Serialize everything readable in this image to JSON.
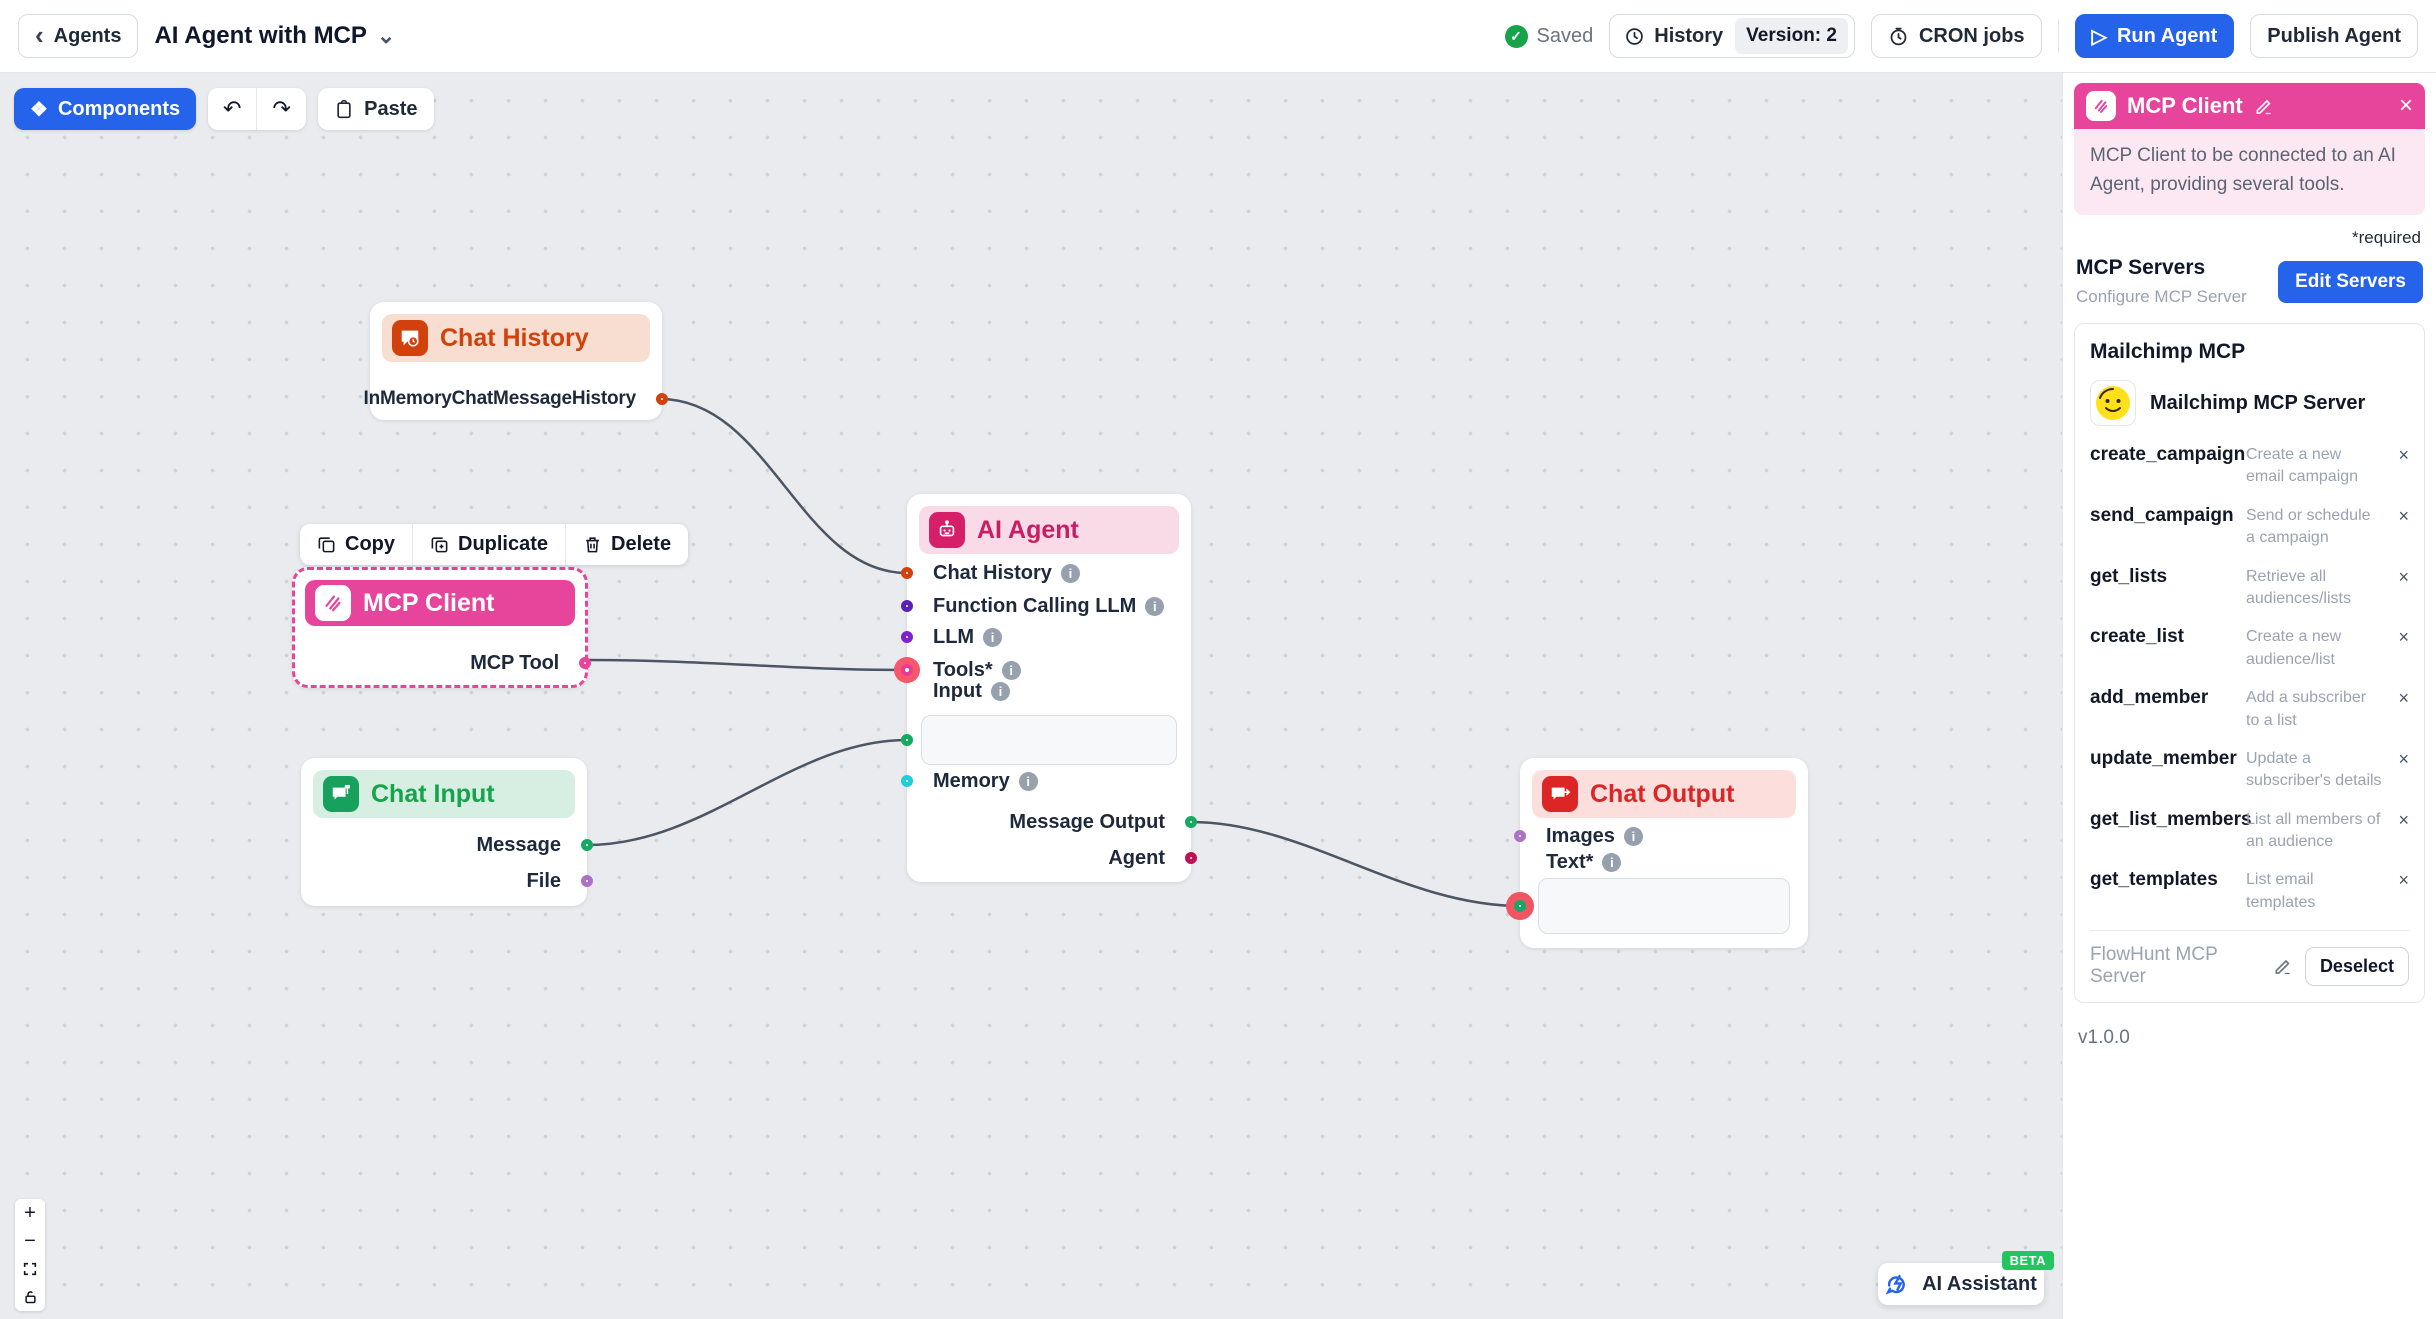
{
  "header": {
    "back_label": "Agents",
    "title": "AI Agent with MCP",
    "saved_label": "Saved",
    "history_label": "History",
    "version_label": "Version: 2",
    "cron_label": "CRON jobs",
    "run_label": "Run Agent",
    "publish_label": "Publish Agent"
  },
  "toolbar": {
    "components_label": "Components",
    "paste_label": "Paste"
  },
  "context_menu": {
    "copy": "Copy",
    "duplicate": "Duplicate",
    "delete": "Delete"
  },
  "nodes": {
    "chat_history": {
      "title": "Chat History",
      "output": "InMemoryChatMessageHistory"
    },
    "mcp_client": {
      "title": "MCP Client",
      "output": "MCP Tool"
    },
    "chat_input": {
      "title": "Chat Input",
      "outputs": {
        "message": "Message",
        "file": "File"
      }
    },
    "ai_agent": {
      "title": "AI Agent",
      "inputs": {
        "chat_history": "Chat History",
        "function_calling_llm": "Function Calling LLM",
        "llm": "LLM",
        "tools": "Tools*",
        "input": "Input",
        "memory": "Memory"
      },
      "outputs": {
        "message_output": "Message Output",
        "agent": "Agent"
      }
    },
    "chat_output": {
      "title": "Chat Output",
      "inputs": {
        "images": "Images",
        "text": "Text*"
      }
    }
  },
  "panel": {
    "title": "MCP Client",
    "description": "MCP Client to be connected to an AI Agent, providing several tools.",
    "required_label": "*required",
    "servers_label": "MCP Servers",
    "servers_sub": "Configure MCP Server",
    "edit_servers_label": "Edit Servers",
    "card_title": "Mailchimp MCP",
    "server_name": "Mailchimp MCP Server",
    "tools": [
      {
        "name": "create_campaign",
        "desc": "Create a new email campaign"
      },
      {
        "name": "send_campaign",
        "desc": "Send or schedule a campaign"
      },
      {
        "name": "get_lists",
        "desc": "Retrieve all audiences/lists"
      },
      {
        "name": "create_list",
        "desc": "Create a new audience/list"
      },
      {
        "name": "add_member",
        "desc": "Add a subscriber to a list"
      },
      {
        "name": "update_member",
        "desc": "Update a subscriber's details"
      },
      {
        "name": "get_list_members",
        "desc": "List all members of an audience"
      },
      {
        "name": "get_templates",
        "desc": "List email templates"
      }
    ],
    "footer_server": "FlowHunt MCP Server",
    "deselect_label": "Deselect",
    "version": "v1.0.0"
  },
  "assistant": {
    "label": "AI Assistant",
    "beta": "BETA"
  },
  "icons": {
    "back_chevron": "‹",
    "caret_down": "⌄",
    "components": "❖",
    "undo": "↶",
    "redo": "↷",
    "play": "▷",
    "check": "✓",
    "close": "×",
    "zoom_in": "+",
    "zoom_out": "−",
    "info": "i"
  },
  "colors": {
    "accent_blue": "#2563eb",
    "pink": "#e7449c",
    "orange": "#d2410c",
    "green": "#17a863",
    "red": "#dc2626",
    "beta_green": "#22c55e"
  }
}
